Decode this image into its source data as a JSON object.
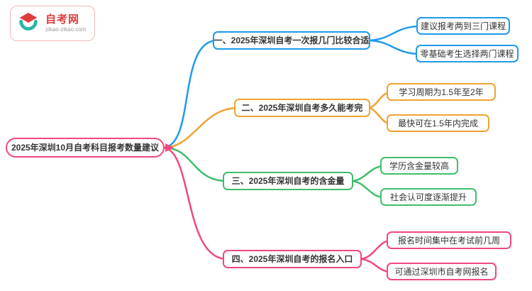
{
  "logo": {
    "name": "自考网",
    "domain": "zikao-zikao.com"
  },
  "root": {
    "label": "2025年深圳10月自考科目报考数量建议"
  },
  "branches": [
    {
      "label": "一、2025年深圳自考一次报几门比较合适",
      "color": "#1E9BEA",
      "children": [
        "建议报考两到三门课程",
        "零基础考生选择两门课程"
      ]
    },
    {
      "label": "二、2025年深圳自考多久能考完",
      "color": "#F0A330",
      "children": [
        "学习周期为1.5年至2年",
        "最快可在1.5年内完成"
      ]
    },
    {
      "label": "三、2025年深圳自考的含金量",
      "color": "#3FBE6B",
      "children": [
        "学历含金量较高",
        "社会认可度逐渐提升"
      ]
    },
    {
      "label": "四、2025年深圳自考的报名入口",
      "color": "#F0487E",
      "children": [
        "报名时间集中在考试前几周",
        "可通过深圳市自考网报名"
      ]
    }
  ],
  "palette": {
    "blue": "#1E9BEA",
    "orange": "#F0A330",
    "green": "#3FBE6B",
    "pink": "#F0487E",
    "brand_red": "#E03C3C",
    "brand_teal": "#2AB5A5"
  }
}
